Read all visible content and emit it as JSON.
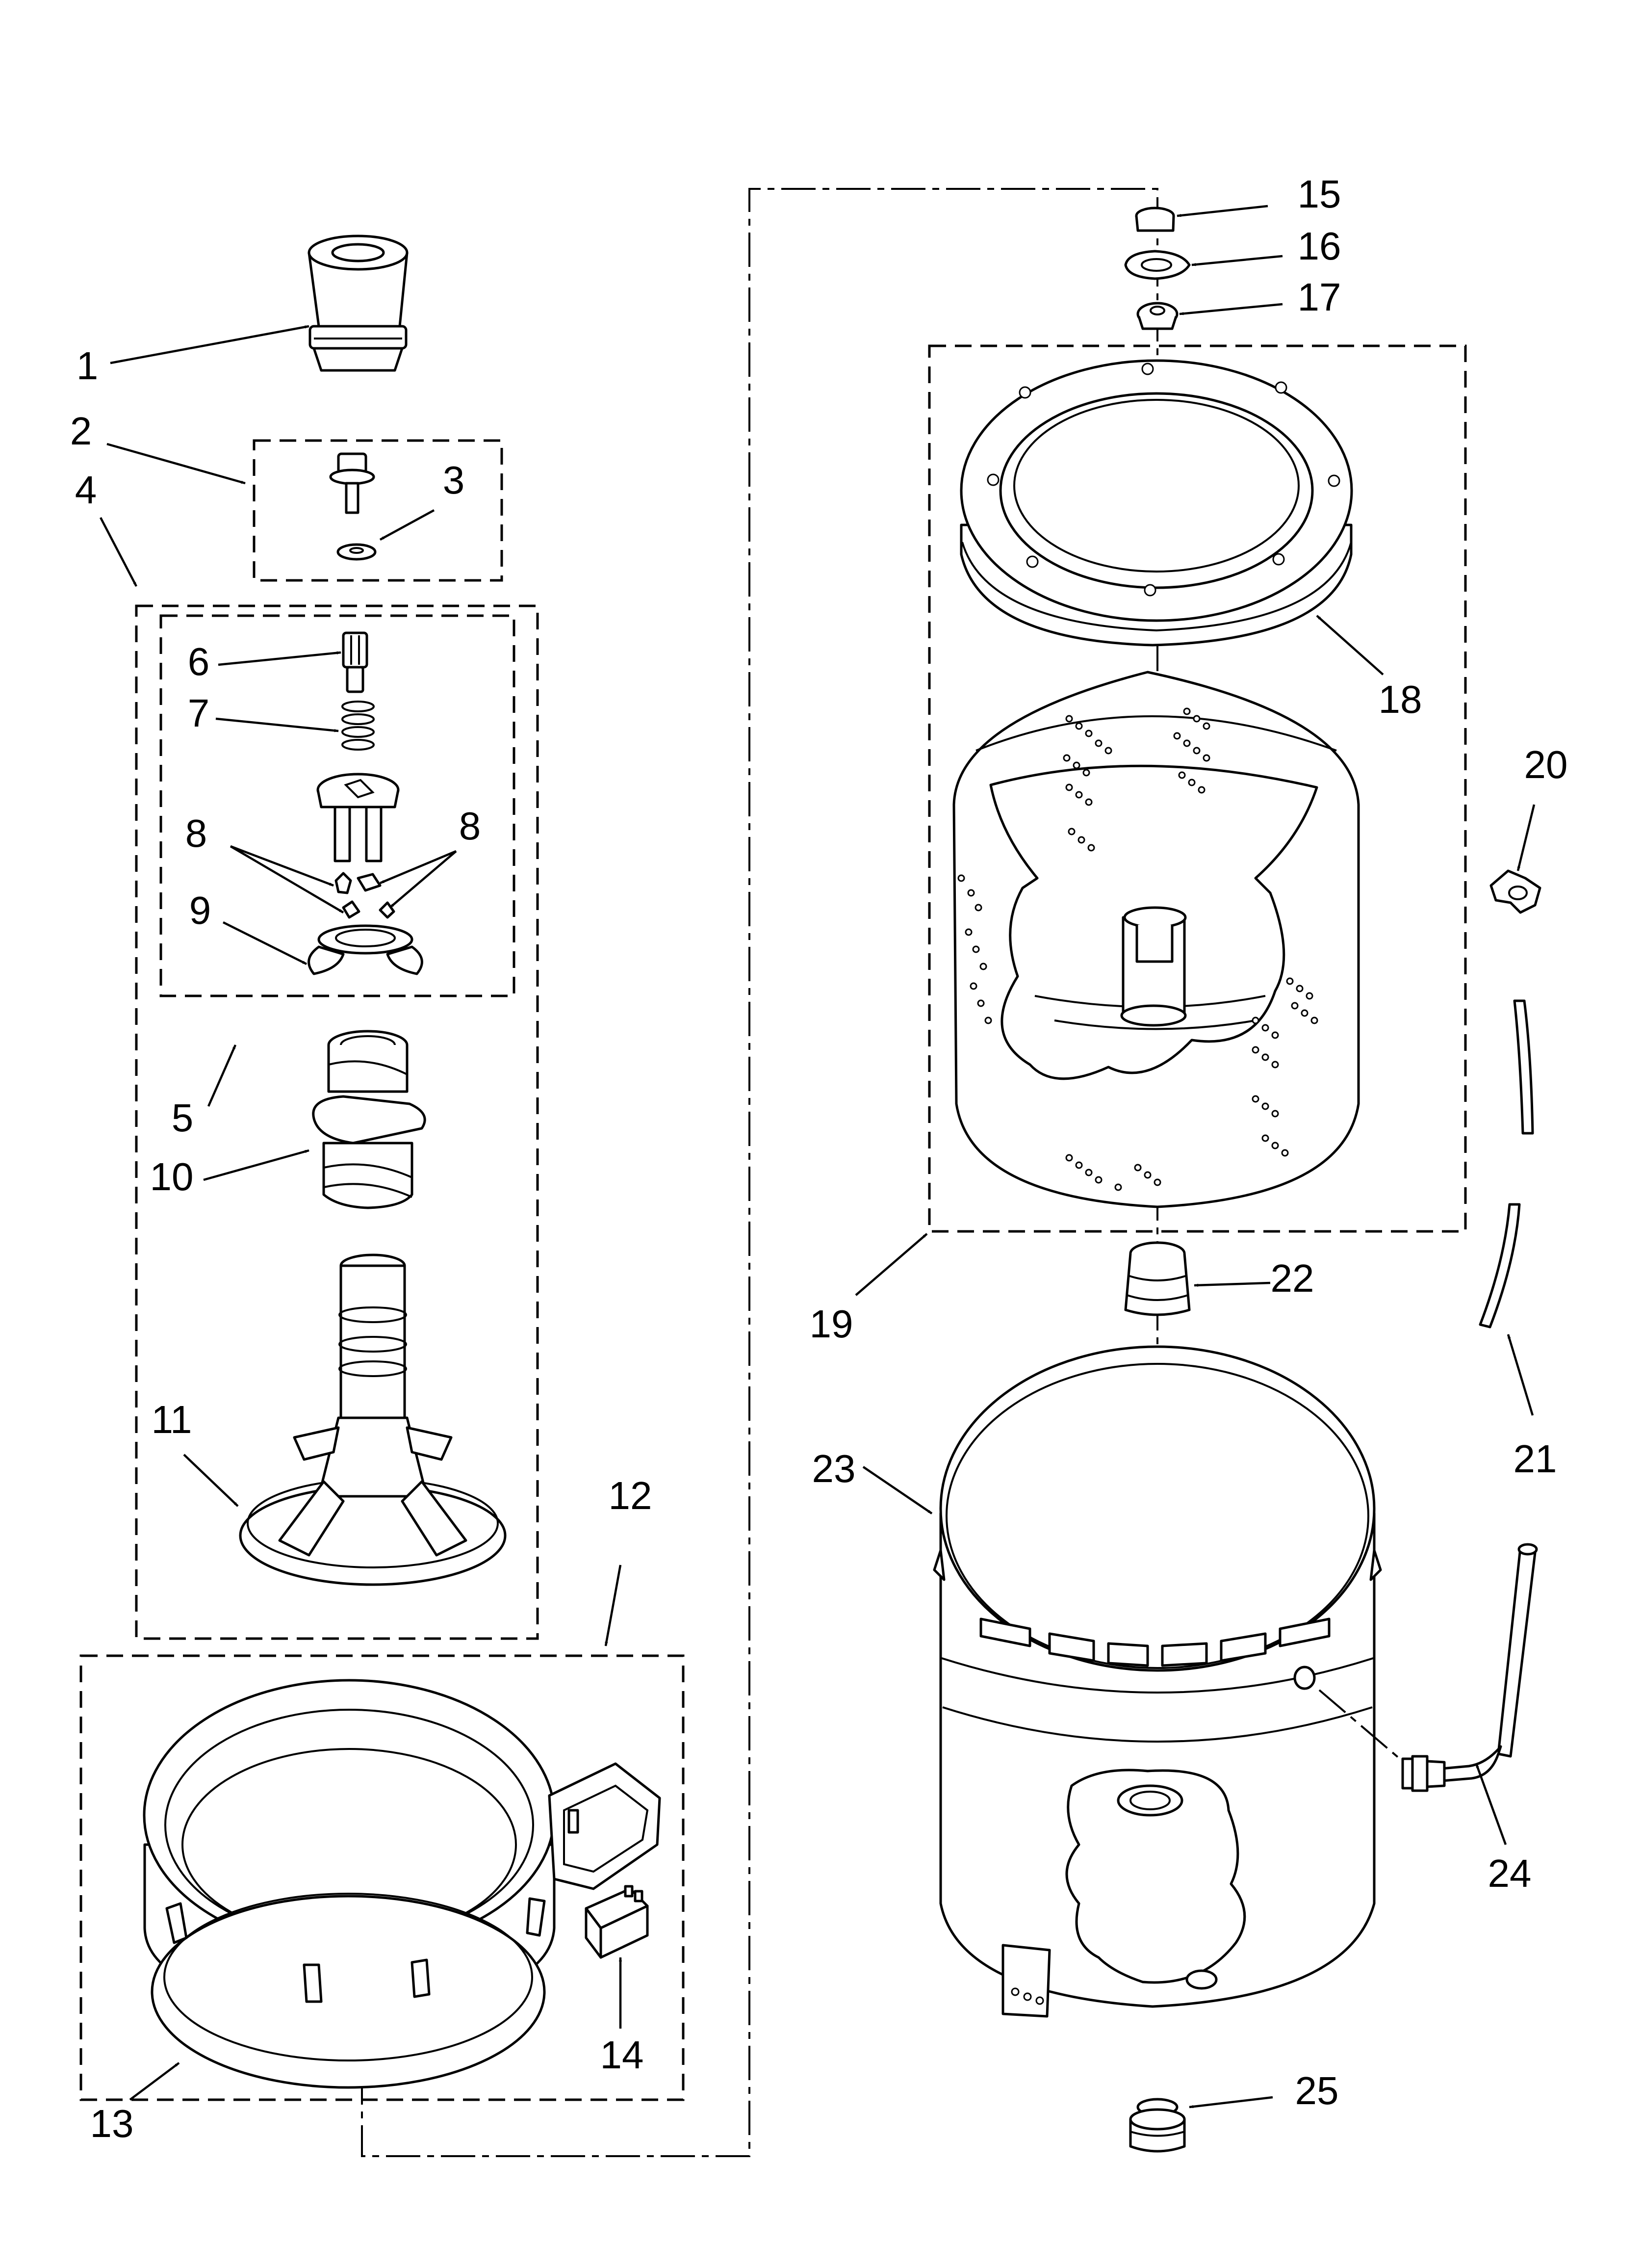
{
  "colors": {
    "line": "#000000",
    "background": "#ffffff"
  },
  "callouts": [
    {
      "id": "p1",
      "text": "1"
    },
    {
      "id": "p2",
      "text": "2"
    },
    {
      "id": "p3",
      "text": "3"
    },
    {
      "id": "p4",
      "text": "4"
    },
    {
      "id": "p5",
      "text": "5"
    },
    {
      "id": "p6",
      "text": "6"
    },
    {
      "id": "p7",
      "text": "7"
    },
    {
      "id": "p8a",
      "text": "8"
    },
    {
      "id": "p8b",
      "text": "8"
    },
    {
      "id": "p9",
      "text": "9"
    },
    {
      "id": "p10",
      "text": "10"
    },
    {
      "id": "p11",
      "text": "11"
    },
    {
      "id": "p12",
      "text": "12"
    },
    {
      "id": "p13",
      "text": "13"
    },
    {
      "id": "p14",
      "text": "14"
    },
    {
      "id": "p15",
      "text": "15"
    },
    {
      "id": "p16",
      "text": "16"
    },
    {
      "id": "p17",
      "text": "17"
    },
    {
      "id": "p18",
      "text": "18"
    },
    {
      "id": "p19",
      "text": "19"
    },
    {
      "id": "p20",
      "text": "20"
    },
    {
      "id": "p21",
      "text": "21"
    },
    {
      "id": "p22",
      "text": "22"
    },
    {
      "id": "p23",
      "text": "23"
    },
    {
      "id": "p24",
      "text": "24"
    },
    {
      "id": "p25",
      "text": "25"
    }
  ]
}
